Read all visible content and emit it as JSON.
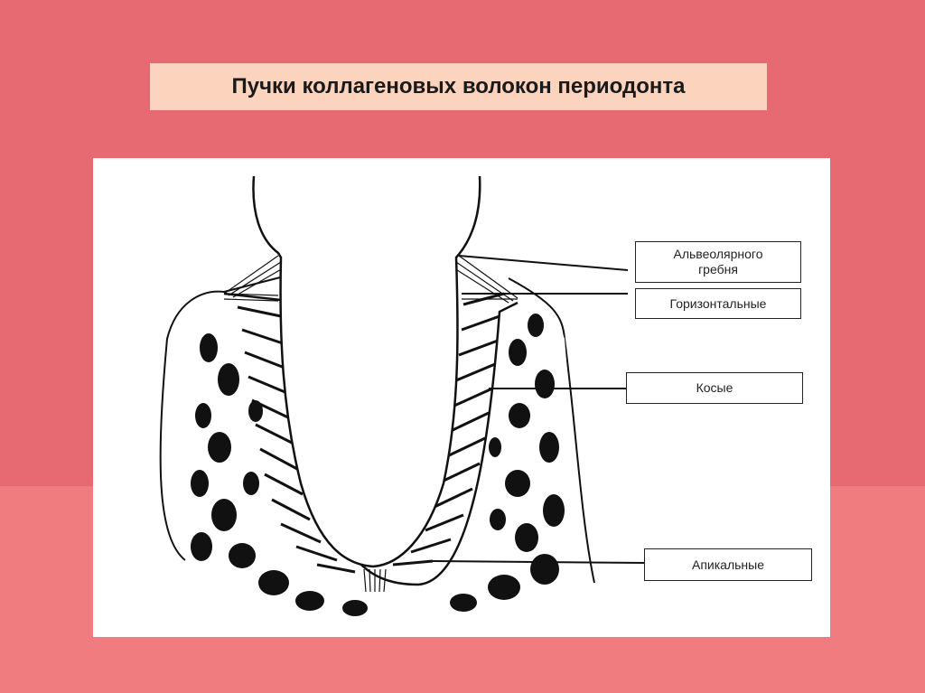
{
  "slide": {
    "title": "Пучки коллагеновых волокон периодонта",
    "colors": {
      "background_top": "#e76a73",
      "background_bottom": "#f07c80",
      "title_box": "#fcd3bd"
    }
  },
  "diagram": {
    "labels": [
      {
        "id": "alveolar-crest",
        "text": "Альвеолярного\nгребня"
      },
      {
        "id": "horizontal",
        "text": "Горизонтальные"
      },
      {
        "id": "oblique",
        "text": "Косые"
      },
      {
        "id": "apical",
        "text": "Апикальные"
      }
    ]
  }
}
